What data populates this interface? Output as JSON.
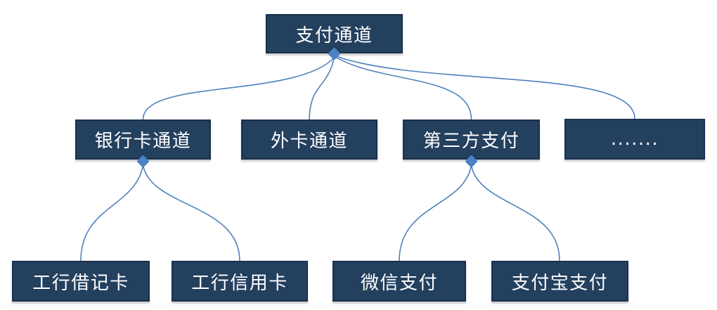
{
  "diagram": {
    "nodes": {
      "root": "支付通道",
      "bank_card_channel": "银行卡通道",
      "foreign_card_channel": "外卡通道",
      "third_party_payment": "第三方支付",
      "ellipsis": ".......",
      "icbc_debit_card": "工行借记卡",
      "icbc_credit_card": "工行信用卡",
      "wechat_pay": "微信支付",
      "alipay_pay": "支付宝支付"
    },
    "edges": [
      {
        "from": "支付通道",
        "to": "银行卡通道"
      },
      {
        "from": "支付通道",
        "to": "外卡通道"
      },
      {
        "from": "支付通道",
        "to": "第三方支付"
      },
      {
        "from": "支付通道",
        "to": "......."
      },
      {
        "from": "银行卡通道",
        "to": "工行借记卡"
      },
      {
        "from": "银行卡通道",
        "to": "工行信用卡"
      },
      {
        "from": "第三方支付",
        "to": "微信支付"
      },
      {
        "from": "第三方支付",
        "to": "支付宝支付"
      }
    ],
    "colors": {
      "node_fill": "#24405f",
      "node_border": "#1a304d",
      "connector": "#4f81bd",
      "anchor": "#4a82c4",
      "text": "#ffffff",
      "background": "#ffffff"
    }
  }
}
